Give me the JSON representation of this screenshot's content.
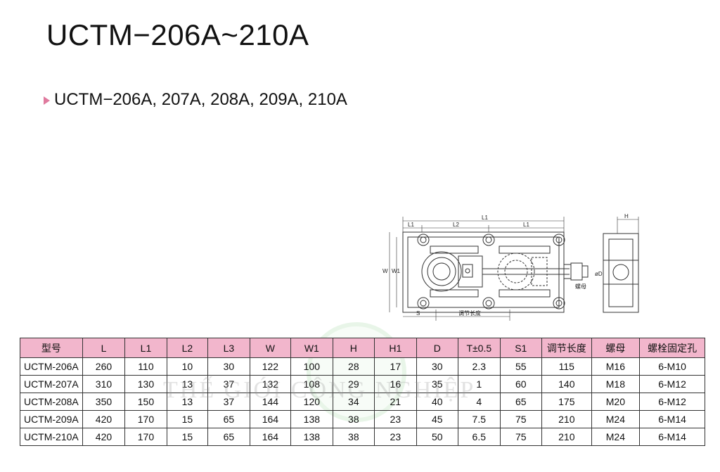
{
  "title": "UCTM−206A~210A",
  "subtitle": "UCTM−206A, 207A, 208A, 209A, 210A",
  "drawing": {
    "front_view": {
      "L1_top": "L1",
      "L1_left": "L1",
      "L2": "L2",
      "L1_right": "L1",
      "W": "W",
      "W1": "W1",
      "S": "S",
      "adjust_length": "调节长度",
      "nut": "螺母"
    },
    "side_view": {
      "H": "H",
      "D": "øD"
    }
  },
  "watermark": "THẾ GIỚI CÔNG NGHIỆP",
  "table": {
    "headers": [
      "型号",
      "L",
      "L1",
      "L2",
      "L3",
      "W",
      "W1",
      "H",
      "H1",
      "D",
      "T±0.5",
      "S1",
      "调节长度",
      "螺母",
      "螺栓固定孔"
    ],
    "rows": [
      [
        "UCTM-206A",
        "260",
        "110",
        "10",
        "30",
        "122",
        "100",
        "28",
        "17",
        "30",
        "2.3",
        "55",
        "115",
        "M16",
        "6-M10"
      ],
      [
        "UCTM-207A",
        "310",
        "130",
        "13",
        "37",
        "132",
        "108",
        "29",
        "16",
        "35",
        "1",
        "60",
        "140",
        "M18",
        "6-M12"
      ],
      [
        "UCTM-208A",
        "350",
        "150",
        "13",
        "37",
        "144",
        "120",
        "34",
        "21",
        "40",
        "4",
        "65",
        "175",
        "M20",
        "6-M12"
      ],
      [
        "UCTM-209A",
        "420",
        "170",
        "15",
        "65",
        "164",
        "138",
        "38",
        "23",
        "45",
        "7.5",
        "75",
        "210",
        "M24",
        "6-M14"
      ],
      [
        "UCTM-210A",
        "420",
        "170",
        "15",
        "65",
        "164",
        "138",
        "38",
        "23",
        "50",
        "6.5",
        "75",
        "210",
        "M24",
        "6-M14"
      ]
    ]
  },
  "colors": {
    "header_bg": "#f2b6cc",
    "bullet": "#e07a9e"
  }
}
